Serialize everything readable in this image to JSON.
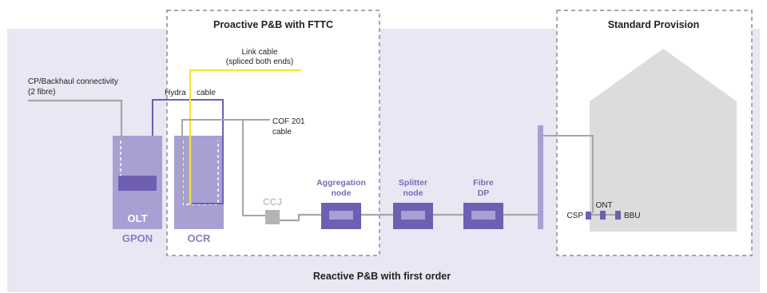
{
  "zones": {
    "proactive_title": "Proactive P&B with FTTC",
    "standard_title": "Standard Provision",
    "reactive_title": "Reactive P&B with first order"
  },
  "labels": {
    "link_cable_1": "Link cable",
    "link_cable_2": "(spliced both ends)",
    "cp_backhaul_1": "CP/Backhaul connectivity",
    "cp_backhaul_2": "(2 fibre)",
    "hydra": "Hydra",
    "hydra_cable": "cable",
    "cof_1": "COF 201",
    "cof_2": "cable",
    "ont": "ONT",
    "csp": "CSP",
    "bbu": "BBU"
  },
  "nodes": {
    "olt": "OLT",
    "gpon": "GPON",
    "ocr": "OCR",
    "ccj": "CCJ",
    "aggregation_1": "Aggregation",
    "aggregation_2": "node",
    "splitter_1": "Splitter",
    "splitter_2": "node",
    "fibre_1": "Fibre",
    "fibre_2": "DP"
  },
  "colors": {
    "band": "#e8e7f3",
    "purple": "#6f5fb3",
    "light_purple": "#a89fd3",
    "grey_cable": "#a6a6a6",
    "yellow_cable": "#f3e533",
    "house": "#dcdcdc"
  }
}
